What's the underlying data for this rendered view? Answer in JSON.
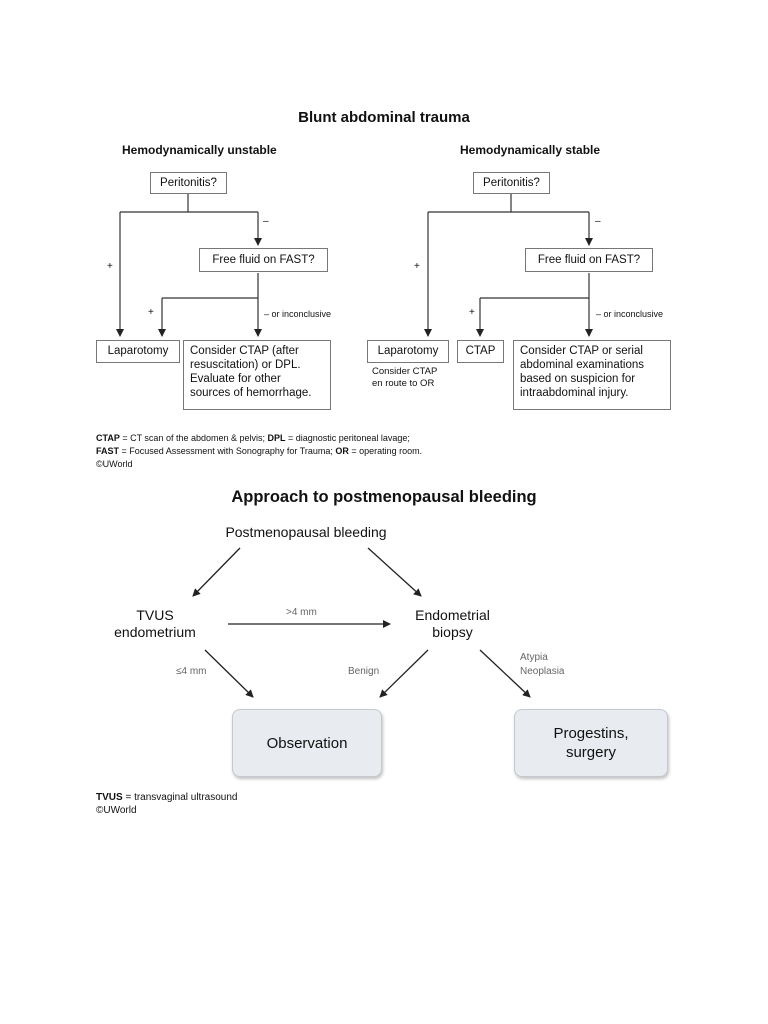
{
  "trauma": {
    "title": "Blunt abdominal trauma",
    "unstable": {
      "heading": "Hemodynamically unstable",
      "peritonitis": "Peritonitis?",
      "plus_label": "+",
      "minus_label": "–",
      "fast": "Free fluid on FAST?",
      "fast_plus": "+",
      "fast_minus": "– or inconclusive",
      "laparotomy": "Laparotomy",
      "consider_lines": [
        "Consider CTAP (after",
        "resuscitation) or DPL.",
        "Evaluate for other",
        "sources of hemorrhage."
      ]
    },
    "stable": {
      "heading": "Hemodynamically stable",
      "peritonitis": "Peritonitis?",
      "plus_label": "+",
      "minus_label": "–",
      "fast": "Free fluid on FAST?",
      "fast_plus": "+",
      "fast_minus": "– or inconclusive",
      "laparotomy": "Laparotomy",
      "laparotomy_note": [
        "Consider CTAP",
        "en route to OR"
      ],
      "ctap": "CTAP",
      "consider_lines": [
        "Consider CTAP or serial",
        "abdominal examinations",
        "based on suspicion for",
        "intraabdominal injury."
      ]
    },
    "footnote": {
      "line1_abbr1": "CTAP",
      "line1_def1": " = CT scan of the abdomen & pelvis; ",
      "line1_abbr2": "DPL",
      "line1_def2": " = diagnostic peritoneal lavage;",
      "line2_abbr1": "FAST",
      "line2_def1": " = Focused Assessment with Sonography for Trauma; ",
      "line2_abbr2": "OR",
      "line2_def2": " = operating room.",
      "copyright": "©UWorld"
    }
  },
  "pmb": {
    "title": "Approach to postmenopausal bleeding",
    "start": "Postmenopausal bleeding",
    "tvus_lines": [
      "TVUS",
      "endometrium"
    ],
    "biopsy_lines": [
      "Endometrial",
      "biopsy"
    ],
    "gt4": ">4 mm",
    "le4": "≤4 mm",
    "benign": "Benign",
    "atypia_lines": [
      "Atypia",
      "Neoplasia"
    ],
    "observation": "Observation",
    "progestins_lines": [
      "Progestins,",
      "surgery"
    ],
    "footnote": {
      "abbr": "TVUS",
      "def": " = transvaginal ultrasound",
      "copyright": "©UWorld"
    }
  },
  "colors": {
    "box_fill": "#e8ecf0",
    "line": "#333333"
  }
}
